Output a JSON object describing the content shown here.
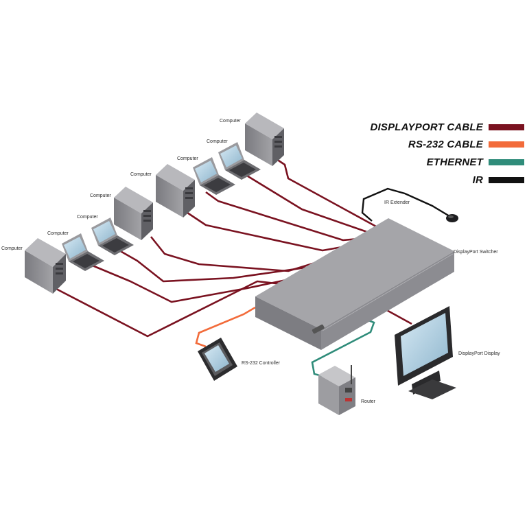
{
  "legend": [
    {
      "label": "DISPLAYPORT CABLE",
      "color": "#7a1220"
    },
    {
      "label": "RS-232 CABLE",
      "color": "#f26b3a"
    },
    {
      "label": "ETHERNET",
      "color": "#2f8c7a"
    },
    {
      "label": "IR",
      "color": "#111111"
    }
  ],
  "labels": {
    "computer": "Computer",
    "ir_extender": "IR Extender",
    "switcher": "DisplayPort Switcher",
    "display": "DisplayPort Display",
    "controller": "RS-232 Controller",
    "router": "Router"
  },
  "colors": {
    "displayport": "#7a1220",
    "rs232": "#f26b3a",
    "ethernet": "#2f8c7a",
    "ir": "#111111",
    "device_gray": "#8e8e92"
  }
}
